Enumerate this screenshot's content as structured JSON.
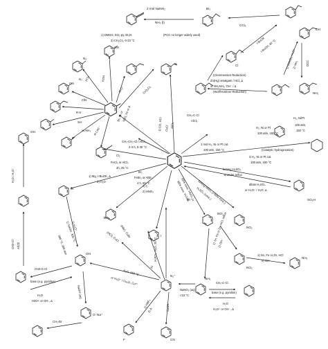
{
  "diagram": {
    "hub": {
      "label": ""
    },
    "labels": {
      "t_nanh2": "2 mol NaNH₂",
      "t_nh3": "NH₃ (l)",
      "t_br2": "Br₂",
      "t_ccl4": "CCl₄",
      "t_br": "Br",
      "t_dmso": "1) DMSO, SO₃·py, Et₃N",
      "t_pcc_note": "(PCC no longer widely used)",
      "t_ch2cl2": "2) CH₂Cl₂, 0-23 °C",
      "t_lbuok": "t-BuOK",
      "t_tbuoh": "t-BuOH, 60 °C",
      "t_cl": "Cl",
      "t_oh": "OH",
      "t_n3": "N₃",
      "t_pcl5": "PCl₅",
      "t_koh": "KOH",
      "t_ho": "HO⁻",
      "t_r_o": "R-O⁻",
      "t_n3m": "N₃⁻",
      "t_cn": "CN",
      "t_clcn": "ClN⁻",
      "t_ro": "R-S⁻",
      "t_sh": "SH⁻",
      "t_nh2": "xs NH₃",
      "t_rcc": "R-C≡C⁻",
      "t_cho": "O",
      "t_cro3": "CrO₂Cl₂",
      "t_clemmensen": "(Clemmensen Reduction)",
      "t_zn": "Zn(Hg) amalgam / HCl, Δ",
      "t_wk": "or NH₂NH₂, OH⁻ / Δ",
      "t_wolff": "(Wolff-Kishner Reduction)",
      "t_kmno4": "1) KMnO₄, H₃O⁺",
      "t_dcc": "2) NH₃",
      "t_dcc2": "DCC",
      "t_nh2amide": "NH₂",
      "t_cooh": "OH",
      "t_ch3cocl": "CH₃-C-Cl",
      "t_alcl3": "AlCl₃",
      "t_nbs": "NBS, hν or Δ",
      "t_nbs2": "Br₂ hν or",
      "t_co_hcl": "1) CO, HCl",
      "t_cucl": "CuCl",
      "t_alcl3b": "AlCl₃",
      "t_ch3ch2cl": "CH₃-CH₂-Cl / AlCl₃",
      "t_temp": "2-3 h, 0-30 °C",
      "t_h2ni": "H₂, Ni or Pt",
      "t_100atm": "100 atm, 150 °C",
      "t_h2nipt": "H₂, Ni/Pt",
      "t_100b": "100 atm,",
      "t_150": "150 °C",
      "t_1mol": "1 mol H₂, Ni or Pt cat.",
      "t_cat": "(Catalytic hydrogenation)",
      "t_3mol": "3 H₂, Ni or Pt cat.",
      "t_100c": "100 atm, 150 °C",
      "t_fuming": "fuming H₂SO₄",
      "t_reflux": "Δ under reflux",
      "t_dilute": "dilute H₂SO₄",
      "t_h3o": "or H₃O⁺ / H₂O, Δ",
      "t_so3h": "SO₃H",
      "t_fuming_hno3": "fuming HNO₃ (>90% conc.)",
      "t_h2so4": "H₂SO₄ (conc.)",
      "t_cl2": "Cl₂",
      "t_fecl3": "FeCl₃ or AlCl₃",
      "t_25": "2h, 25 °C",
      "t_mg": "1) Mg, t-BuOK, Δ",
      "t_h2o": "2) H₂O",
      "t_br2b": "Br₂",
      "t_febr3": "FeBr₃ or AlBr₃",
      "t_4h": "4 h, 80 °C",
      "t_no2": "NO₂",
      "t_nitr": "68% conc. HNO₃",
      "t_nitr2": "98% conc. H₂SO₄",
      "t_nitr3": "50 °C",
      "t_i2": "1) I₂",
      "t_hno3": "2) HNO₃",
      "t_i": "I",
      "t_sn": "1) Sn, Fe or Zn, HCl, reflux",
      "t_oh_minus": "2) OH⁻",
      "t_sn2": "1) Sn, Fe or Zn, HCl",
      "t_oh2": "2) OH⁻",
      "t_ch3co": "CH₃-C-Cl",
      "t_base": "base (e.g. pyridine)",
      "t_h2o_b": "H₂O",
      "t_h3o_b": "H₃O⁺ or OH⁻, Δ",
      "t_nh2b": "NH₂",
      "t_no2c": "NO₂",
      "t_nano2": "NaNO₂ (aq)",
      "t_10": "<10 °C",
      "t_hcl": "HCl",
      "t_n2": "N₂⁺",
      "t_h2o_160": "H₂O, 160 °C",
      "t_cu2o": "or H₃O⁺ / Cu₂O, Cu²⁺",
      "t_h3po2": "H₃PO₂, H₂O, 25 °C",
      "t_ki": "KI",
      "t_hbf4": "1) HBF₄",
      "t_heat": "2) Δ",
      "t_cucn": "CuCN",
      "t_cn2": "CN",
      "t_f": "F",
      "t_cucl2": "(HCl), CuCl",
      "t_cubr": "(HBr), CuBr",
      "t_naoh": "NaOH (aq)",
      "t_ona": "O⁻Na⁺",
      "t_ch2br": "CH₃-Br",
      "t_h2o_c": "H₂O",
      "t_h3o_c": "H3O+ or OH-, Δ",
      "t_ch3cl": "CH3-C-Cl",
      "t_base2": "base (e.g. pyridine)",
      "t_ch3cl2": "CH3-Cl",
      "t_alcl3c": "AlCl3",
      "t_h2o_h": "H₂O / H₂O⁺",
      "t_oh_t": "OH",
      "t_nh3_350": "380 °C, 300 atm",
      "t_naoh_high": "1) NaOH, 300 °C",
      "t_h3o2": "2) H₃O⁺",
      "t_cl_b": "Cl",
      "t_oh_c": "OH",
      "t_oh_d": "OH",
      "t_o": "O",
      "t_br_c": "Br",
      "t_n": "N",
      "t_h": "H",
      "t_so3": "Δ",
      "t_delta": "Δ"
    }
  }
}
